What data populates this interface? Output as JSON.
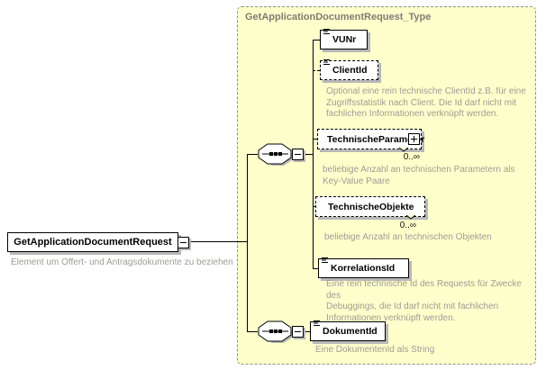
{
  "diagram": {
    "root_element": {
      "name": "GetApplicationDocumentRequest",
      "annotation": "Element um Offert- und Antragsdokumente zu beziehen"
    },
    "type_container": {
      "title": "GetApplicationDocumentRequest_Type"
    },
    "elements": {
      "vunr": {
        "name": "VUNr"
      },
      "clientid": {
        "name": "ClientId",
        "annotation": "Optional eine rein technische ClientId z.B. für eine\nZugriffsstatistik nach Client. Die Id darf nicht mit\nfachlichen Informationen verknüpft werden."
      },
      "technische_parameter": {
        "name": "TechnischeParameter",
        "occurs": "0..∞",
        "annotation": "beliebige Anzahl an technischen Parametern als\nKey-Value Paare"
      },
      "technische_objekte": {
        "name": "TechnischeObjekte",
        "occurs": "0..∞",
        "annotation": "beliebige Anzahl an technischen Objekten"
      },
      "korrelationsid": {
        "name": "KorrelationsId",
        "annotation": "Eine rein technische Id des Requests für Zwecke des\nDebuggings, die Id darf nicht mit fachlichen\nInformationen verknüpft werden."
      },
      "dokumentid": {
        "name": "DokumentId",
        "annotation": "Eine DokumentenId als String"
      }
    },
    "icons": {
      "compositor": "sequence",
      "collapse": "minus",
      "expand": "plus",
      "text_content_indicator": "three-lines"
    },
    "colors": {
      "container_fill": "#ffffcc",
      "container_border": "#8f8f8f",
      "box_border": "#000000",
      "shadow": "#b8b8b8",
      "annotation_text": "#9c9c94",
      "title_text": "#7d7d72"
    }
  }
}
